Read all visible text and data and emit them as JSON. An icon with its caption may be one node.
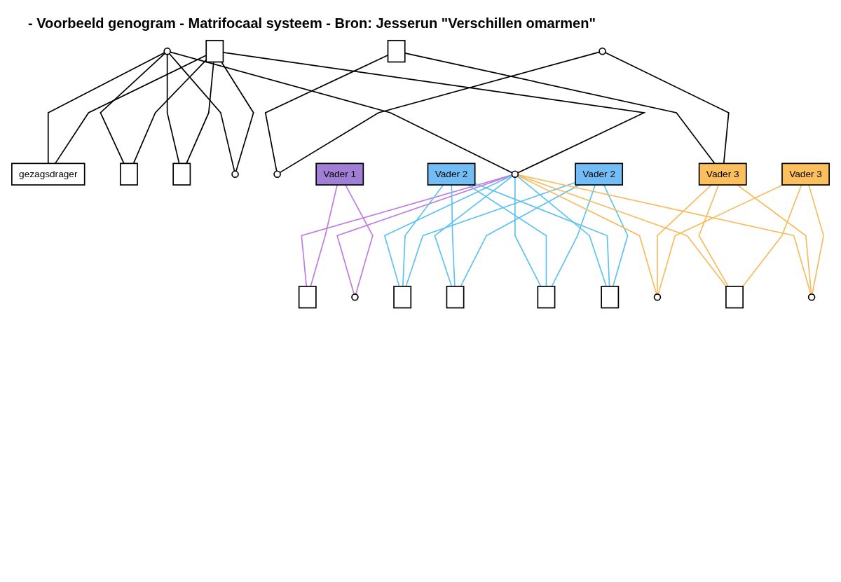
{
  "diagram": {
    "title": "- Voorbeeld genogram - Matrifocaal systeem - Bron: Jesserun \"Verschillen omarmen\"",
    "nodes": [
      {
        "text": [],
        "shape": "circle"
      },
      {
        "text": [],
        "shape": "box"
      },
      {
        "text": [],
        "shape": "box"
      },
      {
        "text": [],
        "shape": "circle"
      },
      {
        "text": [
          "gezagsdrager"
        ]
      },
      {
        "text": [],
        "shape": "box"
      },
      {
        "text": [],
        "shape": "box"
      },
      {
        "text": [],
        "shape": "circle"
      },
      {
        "text": [],
        "shape": "circle"
      },
      {
        "text": [],
        "shape": "circle"
      },
      {
        "text": [
          "Vader 1"
        ]
      },
      {
        "text": [
          "Vader 2"
        ]
      },
      {
        "text": [
          "Vader 3"
        ]
      },
      {
        "text": [
          "Vader 2"
        ]
      },
      {
        "text": [
          "Vader 3"
        ]
      },
      {
        "text": [],
        "shape": "box"
      },
      {
        "text": [],
        "shape": "circle"
      },
      {
        "text": [],
        "shape": "box"
      },
      {
        "text": [],
        "shape": "box"
      },
      {
        "text": [],
        "shape": "box"
      },
      {
        "text": [],
        "shape": "circle"
      },
      {
        "text": [],
        "shape": "box"
      },
      {
        "text": [],
        "shape": "box"
      },
      {
        "text": [],
        "shape": "circle"
      }
    ],
    "edges": [
      {
        "from": 0,
        "to": 4,
        "arrow": "none"
      },
      {
        "from": 1,
        "to": 4,
        "arrow": "none"
      },
      {
        "from": 0,
        "to": 9,
        "arrow": "none"
      },
      {
        "from": 1,
        "to": 9,
        "arrow": "none"
      },
      {
        "from": 0,
        "to": 5,
        "arrow": "none"
      },
      {
        "from": 1,
        "to": 5,
        "arrow": "none"
      },
      {
        "from": 0,
        "to": 6,
        "arrow": "none"
      },
      {
        "from": 1,
        "to": 6,
        "arrow": "none"
      },
      {
        "from": 0,
        "to": 7,
        "arrow": "none"
      },
      {
        "from": 1,
        "to": 7,
        "arrow": "none"
      },
      {
        "from": 2,
        "to": 12,
        "arrow": "none"
      },
      {
        "from": 3,
        "to": 12,
        "arrow": "none"
      },
      {
        "from": 2,
        "to": 8,
        "arrow": "none"
      },
      {
        "from": 3,
        "to": 8,
        "arrow": "none"
      },
      {
        "from": 9,
        "to": 15,
        "arrow": "none",
        "color": "#c07de0"
      },
      {
        "from": 10,
        "to": 15,
        "arrow": "none",
        "color": "#c07de0"
      },
      {
        "from": 9,
        "to": 16,
        "arrow": "none",
        "color": "#c07de0"
      },
      {
        "from": 10,
        "to": 16,
        "arrow": "none",
        "color": "#c07de0"
      },
      {
        "from": 9,
        "to": 17,
        "arrow": "none",
        "color": "#5fc3f0"
      },
      {
        "from": 11,
        "to": 17,
        "arrow": "none",
        "color": "#5fc3f0"
      },
      {
        "from": 13,
        "to": 17,
        "arrow": "none",
        "color": "#5fc3f0"
      },
      {
        "from": 9,
        "to": 18,
        "arrow": "none",
        "color": "#5fc3f0"
      },
      {
        "from": 11,
        "to": 18,
        "arrow": "none",
        "color": "#5fc3f0"
      },
      {
        "from": 13,
        "to": 18,
        "arrow": "none",
        "color": "#5fc3f0"
      },
      {
        "from": 9,
        "to": 19,
        "arrow": "none",
        "color": "#5fc3f0"
      },
      {
        "from": 11,
        "to": 19,
        "arrow": "none",
        "color": "#5fc3f0"
      },
      {
        "from": 13,
        "to": 19,
        "arrow": "none",
        "color": "#5fc3f0"
      },
      {
        "from": 9,
        "to": 21,
        "arrow": "none",
        "color": "#5fc3f0"
      },
      {
        "from": 11,
        "to": 21,
        "arrow": "none",
        "color": "#5fc3f0"
      },
      {
        "from": 13,
        "to": 21,
        "arrow": "none",
        "color": "#5fc3f0"
      },
      {
        "from": 9,
        "to": 20,
        "arrow": "none",
        "color": "#f6bd60"
      },
      {
        "from": 12,
        "to": 20,
        "arrow": "none",
        "color": "#f6bd60"
      },
      {
        "from": 14,
        "to": 20,
        "arrow": "none",
        "color": "#f6bd60"
      },
      {
        "from": 9,
        "to": 22,
        "arrow": "none",
        "color": "#f6bd60"
      },
      {
        "from": 12,
        "to": 22,
        "arrow": "none",
        "color": "#f6bd60"
      },
      {
        "from": 14,
        "to": 22,
        "arrow": "none",
        "color": "#f6bd60"
      },
      {
        "from": 9,
        "to": 23,
        "arrow": "none",
        "color": "#f6bd60"
      },
      {
        "from": 12,
        "to": 23,
        "arrow": "none",
        "color": "#f6bd60"
      },
      {
        "from": 14,
        "to": 23,
        "arrow": "none",
        "color": "#f6bd60"
      }
    ]
  }
}
